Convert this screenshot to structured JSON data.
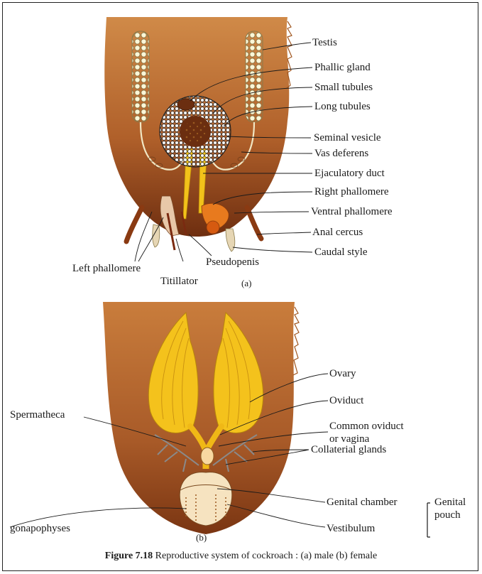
{
  "male": {
    "panel_label": "(a)",
    "labels": {
      "testis": "Testis",
      "phallic_gland": "Phallic gland",
      "small_tubules": "Small tubules",
      "long_tubules": "Long tubules",
      "seminal_vesicle": "Seminal vesicle",
      "vas_deferens": "Vas deferens",
      "ejaculatory_duct": "Ejaculatory duct",
      "right_phallomere": "Right phallomere",
      "ventral_phallomere": "Ventral phallomere",
      "anal_cercus": "Anal cercus",
      "caudal_style": "Caudal style",
      "pseudopenis": "Pseudopenis",
      "left_phallomere": "Left phallomere",
      "titillator": "Titillator"
    }
  },
  "female": {
    "panel_label": "(b)",
    "labels": {
      "ovary": "Ovary",
      "oviduct": "Oviduct",
      "spermatheca": "Spermatheca",
      "common_oviduct_1": "Common oviduct",
      "common_oviduct_2": "or vagina",
      "collaterial_glands": "Collaterial glands",
      "genital_chamber": "Genital chamber",
      "genital_pouch_1": "Genital",
      "genital_pouch_2": "pouch",
      "vestibulum": "Vestibulum",
      "gonapophyses": "gonapophyses"
    }
  },
  "caption": {
    "number": "Figure 7.18",
    "text": "Reproductive system of cockroach :  (a) male  (b) female"
  },
  "colors": {
    "abdomen_top": "#c8773a",
    "abdomen_bottom": "#7a3512",
    "ovary_yellow": "#f4c21c",
    "duct_yellow": "#f0b816",
    "testis_fill": "#f4f0c8",
    "gland_dark": "#6b2e10",
    "orange_organ": "#e87a1e"
  }
}
